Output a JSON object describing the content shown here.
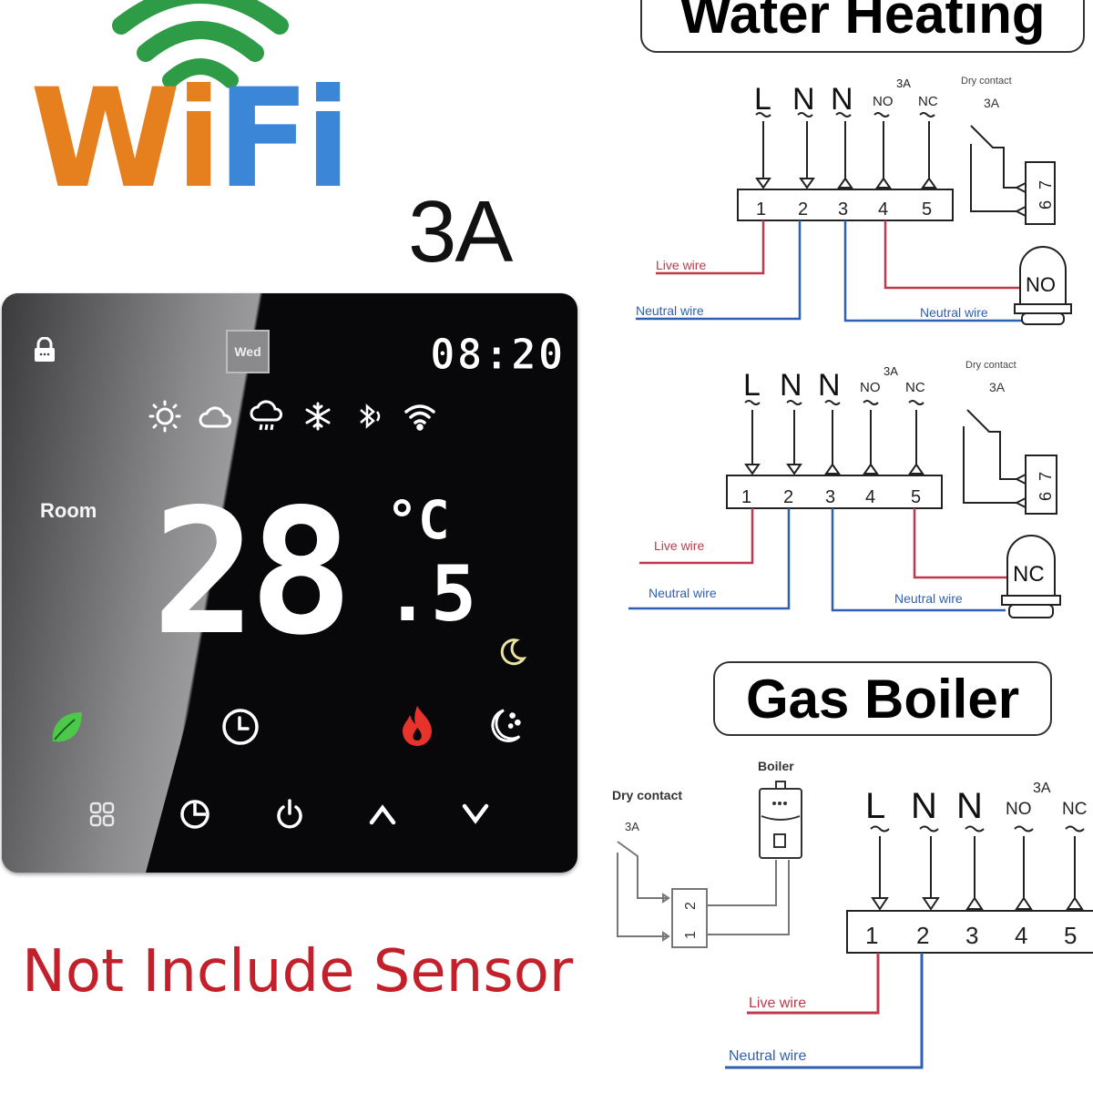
{
  "branding": {
    "wifi_logo": {
      "letters": [
        "W",
        "i",
        "F",
        "i"
      ],
      "arc_color": "#2e9c47",
      "left_color": "#e67f1e",
      "right_color": "#3b86d6"
    },
    "rating": "3A",
    "disclaimer": "Not Include Sensor",
    "disclaimer_color": "#c2202a"
  },
  "thermostat": {
    "day": "Wed",
    "time": "08:20",
    "room_label": "Room",
    "temperature_int": "28",
    "temperature_dec": ".5",
    "unit": "°C",
    "status_icons": [
      "sun-icon",
      "cloud-icon",
      "rain-cloud-icon",
      "snowflake-icon",
      "bluetooth-icon",
      "wifi-icon"
    ],
    "mode_icons": [
      {
        "name": "leaf-icon",
        "color": "#4cc94a"
      },
      {
        "name": "clock-icon",
        "color": "#ffffff"
      },
      {
        "name": "flame-icon",
        "color": "#e8332c"
      },
      {
        "name": "moon-stars-icon",
        "color": "#ffffff"
      },
      {
        "name": "moon-icon",
        "color": "#e8e3a0"
      }
    ],
    "buttons": [
      {
        "name": "menu-button",
        "icon": "grid-icon"
      },
      {
        "name": "schedule-button",
        "icon": "pie-clock-icon"
      },
      {
        "name": "power-button",
        "icon": "power-icon"
      },
      {
        "name": "up-button",
        "icon": "chevron-up-icon"
      },
      {
        "name": "down-button",
        "icon": "chevron-down-icon"
      }
    ]
  },
  "diagrams": {
    "water_heating": {
      "title": "Water Heating",
      "terminals": [
        "L",
        "N",
        "N",
        "NO",
        "NC"
      ],
      "terminal_numbers": [
        "1",
        "2",
        "3",
        "4",
        "5"
      ],
      "rating": "3A",
      "dry_contact_label": "Dry contact",
      "dry_contact_rating": "3A",
      "dry_contact_terminals": [
        "6",
        "7"
      ],
      "wires": {
        "live": "Live wire",
        "neutral_1": "Neutral wire",
        "neutral_2": "Neutral wire"
      },
      "actuators": [
        {
          "label": "NO",
          "connects": "4"
        },
        {
          "label": "NC",
          "connects": "5"
        }
      ]
    },
    "gas_boiler": {
      "title": "Gas Boiler",
      "boiler_label": "Boiler",
      "dry_contact_label": "Dry contact",
      "dry_contact_rating": "3A",
      "boiler_terminals": [
        "1",
        "2"
      ],
      "terminals": [
        "L",
        "N",
        "N",
        "NO",
        "NC"
      ],
      "terminal_numbers": [
        "1",
        "2",
        "3",
        "4",
        "5"
      ],
      "rating": "3A",
      "wires": {
        "live": "Live wire",
        "neutral": "Neutral wire"
      }
    },
    "colors": {
      "live": "#c0394a",
      "neutral": "#2f5fb3",
      "line": "#222222"
    }
  }
}
